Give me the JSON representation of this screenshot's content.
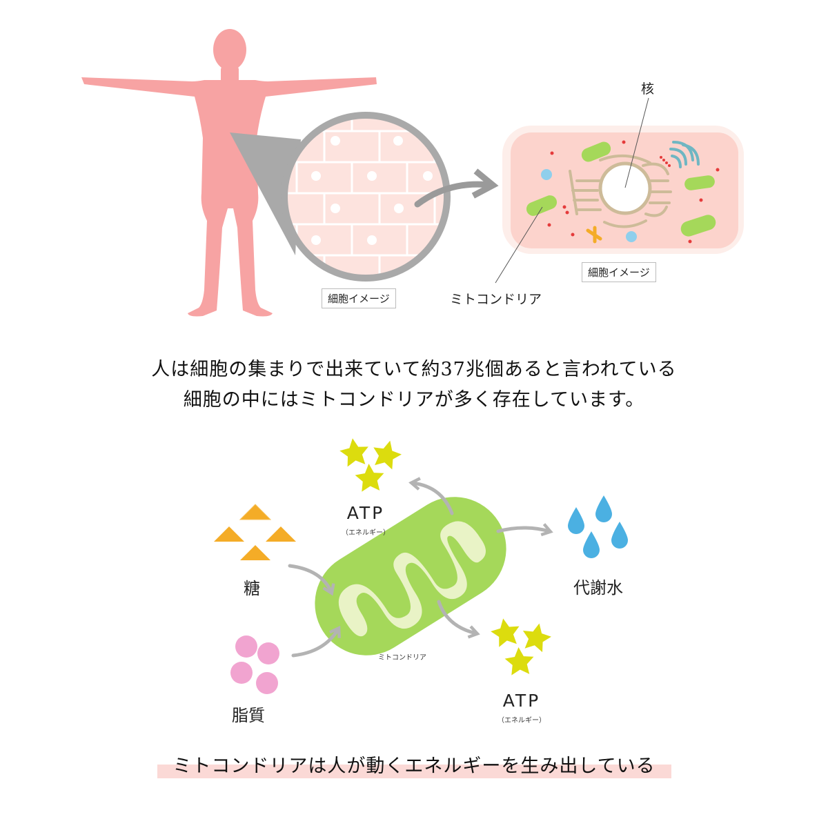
{
  "top": {
    "cell_label_left": "細胞イメージ",
    "cell_label_right": "細胞イメージ",
    "nucleus_label": "核",
    "mitochondria_label": "ミトコンドリア"
  },
  "caption": {
    "line1": "人は細胞の集まりで出来ていて約37兆個あると言われている",
    "line2": "細胞の中にはミトコンドリアが多く存在しています。"
  },
  "process": {
    "sugar_label": "糖",
    "lipid_label": "脂質",
    "water_label": "代謝水",
    "atp_top_label": "ATP",
    "atp_top_sub": "（エネルギー）",
    "atp_bottom_label": "ATP",
    "atp_bottom_sub": "（エネルギー）",
    "mito_center_label": "ミトコンドリア"
  },
  "footer": {
    "text": "ミトコンドリアは人が動くエネルギーを生み出している"
  },
  "colors": {
    "body": "#f7a3a3",
    "cell_bg": "#fde3de",
    "mito_green": "#a5d85a",
    "mito_inner": "#e9f3c6",
    "star": "#dcdc0e",
    "sugar": "#f4ac27",
    "lipid": "#f1a4d0",
    "water": "#4bb0e2",
    "arrow": "#b3b3b3",
    "highlight": "#fbd9d6"
  }
}
